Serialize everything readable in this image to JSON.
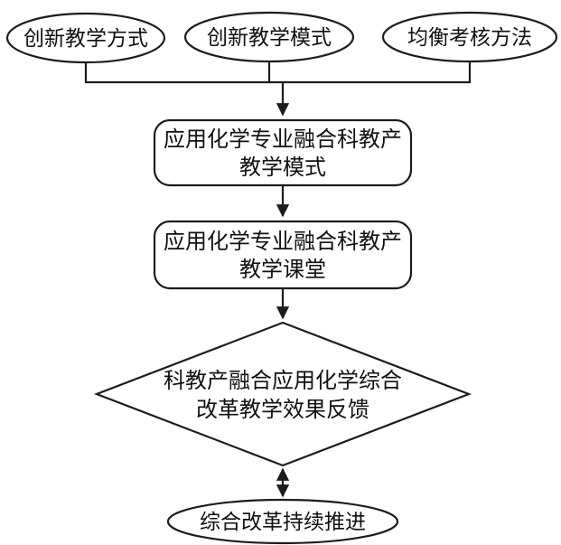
{
  "page": {
    "background": "#ffffff",
    "line_color": "#1c1c1c",
    "text_color": "#111111"
  },
  "flowchart": {
    "sources": [
      {
        "label": "创新教学方式"
      },
      {
        "label": "创新教学模式"
      },
      {
        "label": "均衡考核方法"
      }
    ],
    "teaching_mode_box": {
      "line1": "应用化学专业融合科教产",
      "line2": "教学模式"
    },
    "teaching_class_box": {
      "line1": "应用化学专业融合科教产",
      "line2": "教学课堂"
    },
    "feedback_diamond": {
      "line1": "科教产融合应用化学综合",
      "line2": "改革教学效果反馈"
    },
    "result_ellipse": {
      "label": "综合改革持续推进"
    }
  }
}
